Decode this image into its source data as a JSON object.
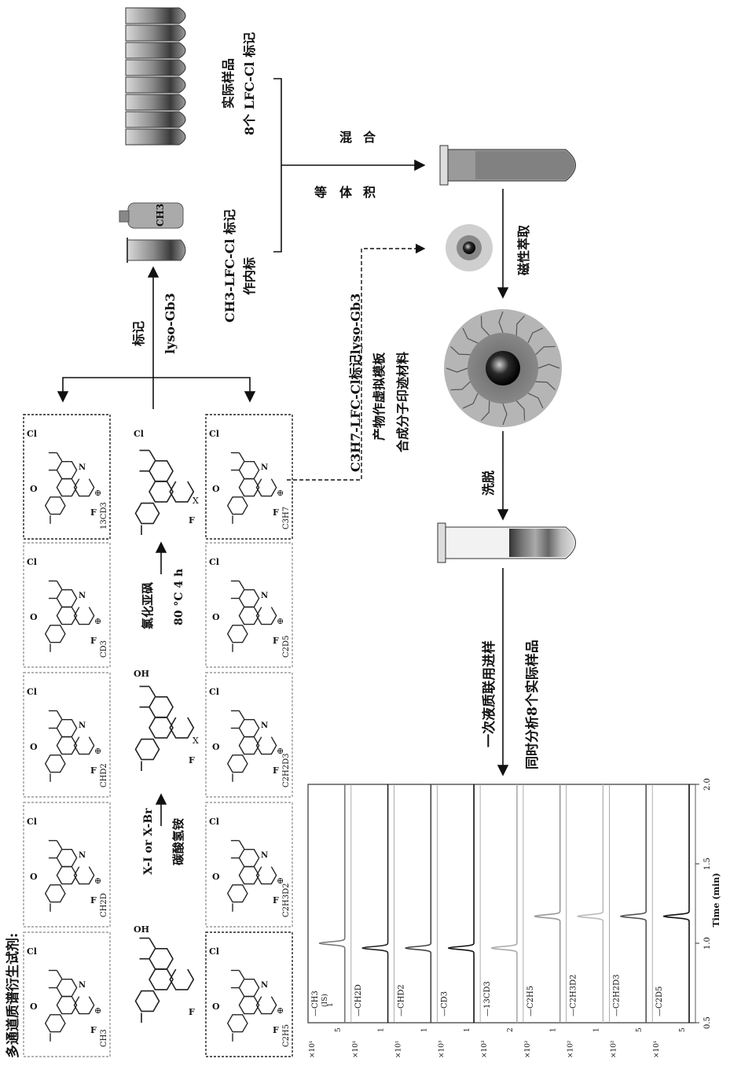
{
  "header": {
    "title": "多通道质谱衍生试剂:"
  },
  "reagents_top": [
    {
      "label": "CH3"
    },
    {
      "label": "CH2D"
    },
    {
      "label": "CHD2"
    },
    {
      "label": "CD3"
    },
    {
      "label": "13CD3"
    }
  ],
  "reagents_bottom": [
    {
      "label": "C2H5"
    },
    {
      "label": "C2H3D2"
    },
    {
      "label": "C2H2D3"
    },
    {
      "label": "C2D5"
    },
    {
      "label": "C3H7"
    }
  ],
  "reaction": {
    "step1_top": "X-I or X-Br",
    "step1_bottom": "碳酸氢铵",
    "step2_top": "氯化亚砜",
    "step2_bottom": "80 °C   4 h",
    "intermediate_x": "X",
    "product_x": "X",
    "label_step_top": "标记",
    "label_step_bottom": "lyso-Gb3"
  },
  "atoms": {
    "F": "F",
    "N": "N",
    "O": "O",
    "OH": "OH",
    "Cl": "Cl",
    "plus": "⊕"
  },
  "internal_standard": {
    "tube_label": "CH3",
    "line1": "CH3-LFC-Cl 标记",
    "line2": "作内标"
  },
  "samples": {
    "line1": "实际样品",
    "line2": "8个 LFC-Cl 标记"
  },
  "mix": {
    "chars_a": "等",
    "chars_b": "混",
    "chars_c": "体",
    "chars_d": "合",
    "chars_e": "积"
  },
  "mip": {
    "line1": "C3H7-LFC-Cl标记lyso-Gb3",
    "line2": "产物作虚拟模板",
    "line3": "合成分子印迹材料"
  },
  "magnetic": {
    "label": "磁性萃取"
  },
  "elution": {
    "label": "洗脱"
  },
  "analysis": {
    "line1": "一次液质联用进样",
    "line2": "同时分析8个实际样品"
  },
  "chromatogram": {
    "time_axis_label": "Time (min)",
    "time_ticks": [
      "0.5",
      "1.0",
      "1.5",
      "2.0"
    ],
    "channels": [
      {
        "name": "CH3",
        "sub": "(IS)",
        "scale": "×10¹",
        "tick_a": "5",
        "tick_b": "1",
        "peak_t": 1.0
      },
      {
        "name": "CH2D",
        "scale": "×10¹",
        "tick_a": "1",
        "peak_t": 0.97
      },
      {
        "name": "CHD2",
        "scale": "×10¹",
        "tick_a": "1",
        "peak_t": 0.97
      },
      {
        "name": "CD3",
        "scale": "×10³",
        "tick_a": "1",
        "peak_t": 0.97
      },
      {
        "name": "13CD3",
        "scale": "×10³",
        "tick_a": "2",
        "peak_t": 0.97
      },
      {
        "name": "C2H5",
        "scale": "×10²",
        "tick_a": "1",
        "peak_t": 1.17
      },
      {
        "name": "C2H3D2",
        "scale": "×10²",
        "tick_a": "1",
        "peak_t": 1.17
      },
      {
        "name": "C2H2D3",
        "scale": "×10²",
        "tick_a": "5",
        "peak_t": 1.17
      },
      {
        "name": "C2D5",
        "scale": "×10¹",
        "tick_a": "5",
        "peak_t": 1.17
      }
    ],
    "colors": {
      "CH3": "#777777",
      "CH2D": "#222222",
      "CHD2": "#444444",
      "CD3": "#111111",
      "13CD3": "#aaaaaa",
      "C2H5": "#999999",
      "C2H3D2": "#bbbbbb",
      "C2H2D3": "#555555",
      "C2D5": "#111111"
    }
  }
}
